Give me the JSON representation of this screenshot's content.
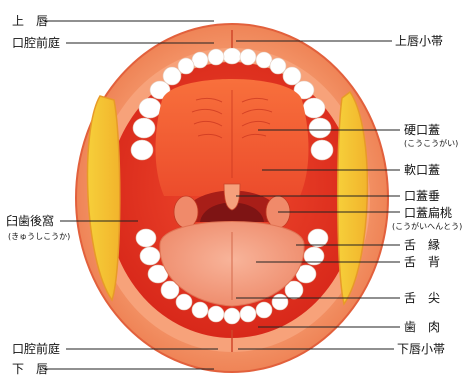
{
  "labels": {
    "upper_lip": "上　唇",
    "oral_vestibule_upper": "口腔前庭",
    "upper_frenulum": "上唇小帯",
    "hard_palate": "硬口蓋",
    "hard_palate_reading": "(こうこうがい)",
    "soft_palate": "軟口蓋",
    "uvula": "口蓋垂",
    "palatine_tonsil": "口蓋扁桃",
    "palatine_tonsil_reading": "(こうがいへんとう)",
    "retromolar": "臼歯後窩",
    "retromolar_reading": "(きゅうしこうか)",
    "tongue_margin": "舌　縁",
    "tongue_dorsum": "舌　背",
    "tongue_tip": "舌　尖",
    "gum": "歯　肉",
    "oral_vestibule_lower": "口腔前庭",
    "lower_frenulum": "下唇小帯",
    "lower_lip": "下　唇"
  },
  "colors": {
    "lip": "#f59a6e",
    "lip_edge": "#e2603c",
    "mouth_red": "#e83a26",
    "palate": "#f25e3a",
    "throat": "#8e1a1a",
    "tongue": "#f49a7e",
    "teeth": "#ffffff",
    "cheek_yellow": "#f6cf3a",
    "line": "#222222"
  }
}
